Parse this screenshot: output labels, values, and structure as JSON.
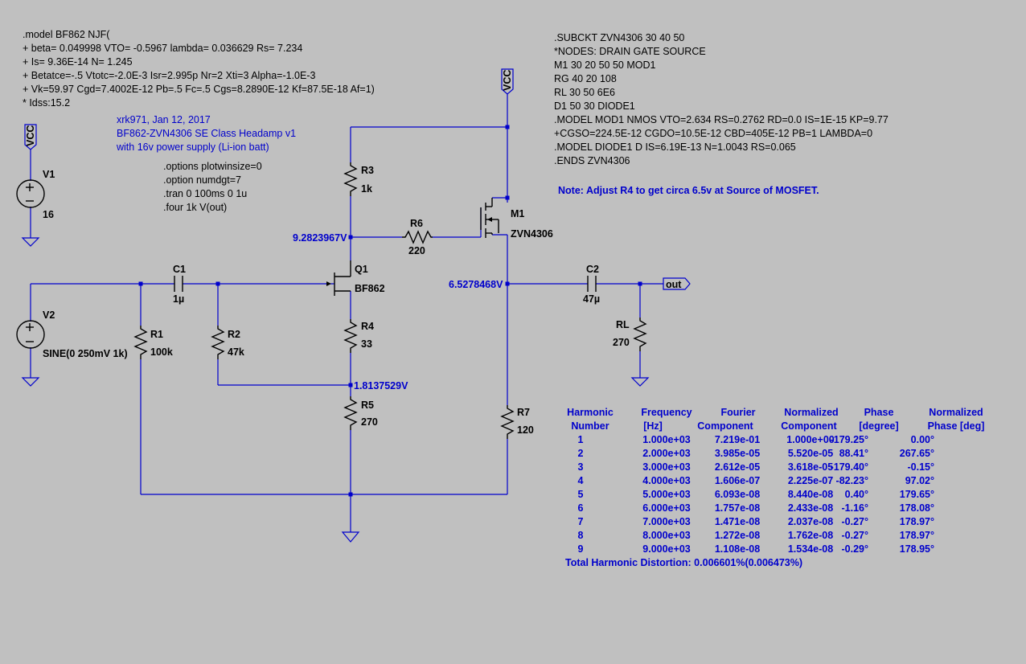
{
  "model_bf862": [
    ".model BF862 NJF(",
    "+ beta= 0.049998 VTO= -0.5967 lambda= 0.036629 Rs= 7.234",
    "+ Is= 9.36E-14 N= 1.245",
    "+ Betatce=-.5 Vtotc=-2.0E-3 Isr=2.995p Nr=2 Xti=3 Alpha=-1.0E-3",
    "+ Vk=59.97 Cgd=7.4002E-12 Pb=.5 Fc=.5 Cgs=8.2890E-12 Kf=87.5E-18 Af=1)",
    "* Idss:15.2"
  ],
  "subckt": [
    ".SUBCKT ZVN4306 30 40 50",
    "*NODES: DRAIN GATE SOURCE",
    "M1 30 20 50 50 MOD1",
    "RG 40 20 108",
    "RL 30 50 6E6",
    "D1 50 30 DIODE1",
    ".MODEL MOD1 NMOS VTO=2.634 RS=0.2762 RD=0.0 IS=1E-15 KP=9.77",
    "+CGSO=224.5E-12 CGDO=10.5E-12 CBD=405E-12 PB=1 LAMBDA=0",
    ".MODEL DIODE1 D IS=6.19E-13 N=1.0043 RS=0.065",
    ".ENDS ZVN4306"
  ],
  "comment": [
    "xrk971, Jan 12, 2017",
    "BF862-ZVN4306 SE Class Headamp v1",
    "with 16v power supply (Li-ion batt)"
  ],
  "directives": [
    ".options plotwinsize=0",
    ".option numdgt=7",
    ".tran 0 100ms 0 1u",
    ".four 1k V(out)"
  ],
  "note": "Note: Adjust R4 to get circa 6.5v at Source of MOSFET.",
  "components": {
    "V1": {
      "name": "V1",
      "value": "16"
    },
    "V2": {
      "name": "V2",
      "value": "SINE(0 250mV 1k)"
    },
    "C1": {
      "name": "C1",
      "value": "1µ"
    },
    "C2": {
      "name": "C2",
      "value": "47µ"
    },
    "R1": {
      "name": "R1",
      "value": "100k"
    },
    "R2": {
      "name": "R2",
      "value": "47k"
    },
    "R3": {
      "name": "R3",
      "value": "1k"
    },
    "R4": {
      "name": "R4",
      "value": "33"
    },
    "R5": {
      "name": "R5",
      "value": "270"
    },
    "R6": {
      "name": "R6",
      "value": "220"
    },
    "R7": {
      "name": "R7",
      "value": "120"
    },
    "RL": {
      "name": "RL",
      "value": "270"
    },
    "Q1": {
      "name": "Q1",
      "value": "BF862"
    },
    "M1": {
      "name": "M1",
      "value": "ZVN4306"
    }
  },
  "net_labels": {
    "vcc": "VCC",
    "out": "out"
  },
  "node_voltages": {
    "drain": "9.2823967V",
    "source": "6.5278468V",
    "r5_top": "1.8137529V"
  },
  "fourier": {
    "headers": [
      [
        "Harmonic",
        "Number"
      ],
      [
        "Frequency",
        "[Hz]"
      ],
      [
        "Fourier",
        "Component"
      ],
      [
        "Normalized",
        "Component"
      ],
      [
        "Phase",
        "[degree]"
      ],
      [
        "Normalized",
        "Phase [deg]"
      ]
    ],
    "rows": [
      [
        "1",
        "1.000e+03",
        "7.219e-01",
        "1.000e+00",
        "-179.25°",
        "0.00°"
      ],
      [
        "2",
        "2.000e+03",
        "3.985e-05",
        "5.520e-05",
        "88.41°",
        "267.65°"
      ],
      [
        "3",
        "3.000e+03",
        "2.612e-05",
        "3.618e-05",
        "-179.40°",
        "-0.15°"
      ],
      [
        "4",
        "4.000e+03",
        "1.606e-07",
        "2.225e-07",
        "-82.23°",
        "97.02°"
      ],
      [
        "5",
        "5.000e+03",
        "6.093e-08",
        "8.440e-08",
        "0.40°",
        "179.65°"
      ],
      [
        "6",
        "6.000e+03",
        "1.757e-08",
        "2.433e-08",
        "-1.16°",
        "178.08°"
      ],
      [
        "7",
        "7.000e+03",
        "1.471e-08",
        "2.037e-08",
        "-0.27°",
        "178.97°"
      ],
      [
        "8",
        "8.000e+03",
        "1.272e-08",
        "1.762e-08",
        "-0.27°",
        "178.97°"
      ],
      [
        "9",
        "9.000e+03",
        "1.108e-08",
        "1.534e-08",
        "-0.29°",
        "178.95°"
      ]
    ],
    "thd": "Total Harmonic Distortion: 0.006601%(0.006473%)"
  }
}
